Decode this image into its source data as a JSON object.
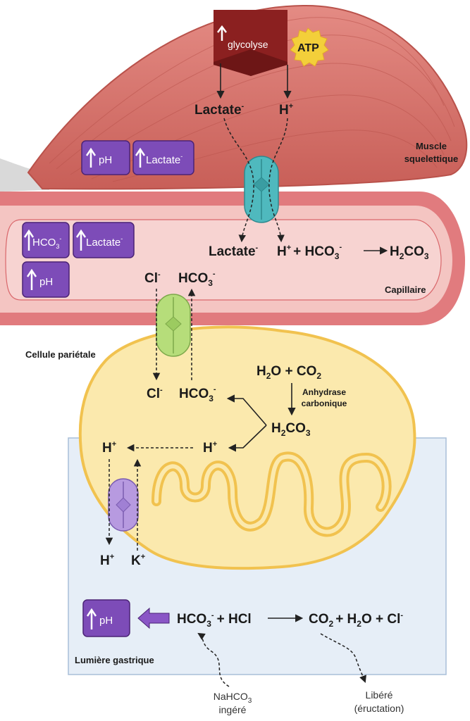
{
  "colors": {
    "muscle": "#d9766e",
    "muscle_dark": "#b9524b",
    "capillary_outer": "#e17b7e",
    "capillary_inner": "#f4c5c2",
    "parietal_fill": "#fbe9ad",
    "parietal_stroke": "#f1c24f",
    "lumen_fill": "#e6eef7",
    "lumen_stroke": "#a9bfd8",
    "badge": "#7d4cb8",
    "badge_stroke": "#4b2375",
    "glycolysis": "#8b2020",
    "atp": "#f3cf3a",
    "transporter_muscle": "#4fb9be",
    "transporter_parietal": "#b6dd7a",
    "transporter_pump": "#b79ae0"
  },
  "muscle": {
    "region_label_line1": "Muscle",
    "region_label_line2": "squelettique",
    "glycolysis_label": "glycolyse",
    "atp_label": "ATP",
    "lactate_label": "Lactate",
    "lactate_charge": "-",
    "h_label": "H",
    "h_charge": "+",
    "badges": [
      {
        "text": "pH"
      },
      {
        "text": "Lactate",
        "charge": "-"
      }
    ]
  },
  "capillary": {
    "region_label": "Capillaire",
    "lactate_label": "Lactate",
    "lactate_charge": "-",
    "eq_h": "H",
    "eq_h_charge": "+",
    "eq_plus": "+ HCO",
    "eq_sub": "3",
    "eq_charge": "-",
    "product": "H",
    "product_sub1": "2",
    "product_mid": "CO",
    "product_sub2": "3",
    "cl_label": "Cl",
    "cl_charge": "-",
    "hco3_label": "HCO",
    "hco3_sub": "3",
    "hco3_charge": "-",
    "badges": [
      {
        "text": "HCO",
        "sub": "3",
        "charge": "-"
      },
      {
        "text": "Lactate",
        "charge": "-"
      },
      {
        "text": "pH"
      }
    ]
  },
  "parietal": {
    "region_label": "Cellule pariétale",
    "cl_label": "Cl",
    "cl_charge": "-",
    "hco3_label": "HCO",
    "hco3_sub": "3",
    "hco3_charge": "-",
    "reactant": "H",
    "reactant_sub1": "2",
    "reactant_mid": "O + CO",
    "reactant_sub2": "2",
    "enzyme_line1": "Anhydrase",
    "enzyme_line2": "carbonique",
    "acid": "H",
    "acid_sub1": "2",
    "acid_mid": "CO",
    "acid_sub2": "3",
    "h_inner": "H",
    "h_inner_charge": "+",
    "h_left": "H",
    "h_left_charge": "+",
    "pump_h": "H",
    "pump_h_charge": "+",
    "pump_k": "K",
    "pump_k_charge": "+"
  },
  "lumen": {
    "region_label": "Lumière gastrique",
    "badge": {
      "text": "pH"
    },
    "eq_left": "HCO",
    "eq_left_sub": "3",
    "eq_left_charge": "-",
    "eq_plus": "+ HCl",
    "eq_right_a": "CO",
    "eq_right_a_sub": "2",
    "eq_right_b": "+ H",
    "eq_right_b_sub": "2",
    "eq_right_c": "O + Cl",
    "eq_right_c_charge": "-",
    "ingested_line1": "NaHCO",
    "ingested_sub": "3",
    "ingested_line2": "ingéré",
    "released_line1": "Libéré",
    "released_line2": "(éructation)"
  }
}
